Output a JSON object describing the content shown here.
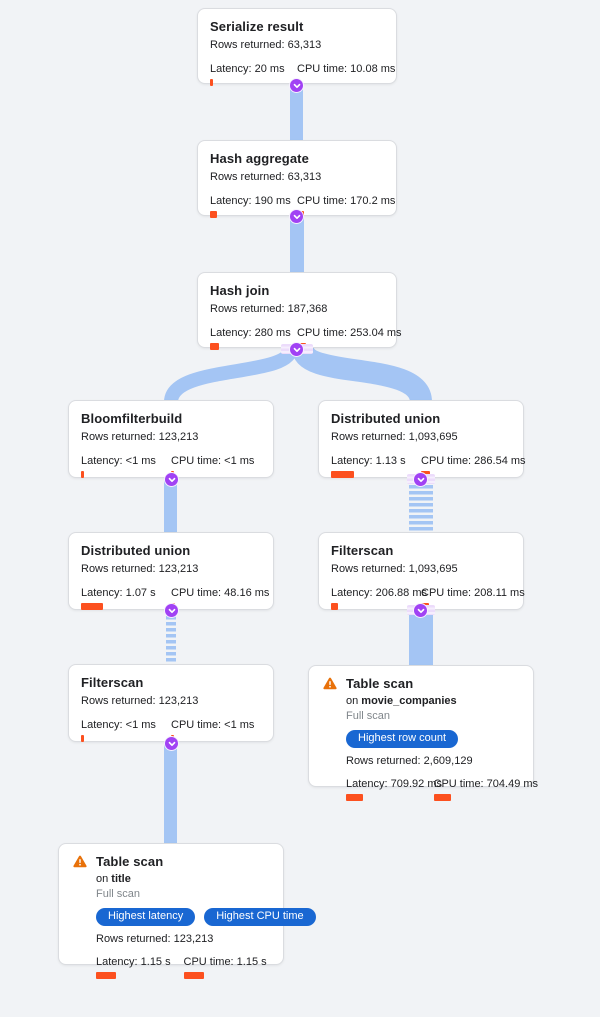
{
  "colors": {
    "background": "#f1f3f6",
    "edge_blue": "#a4c5f4",
    "metric_bar_orange": "#fc501f",
    "badge_blue": "#1967d2",
    "expander_purple": "#a142f4",
    "warning_orange": "#e8710a",
    "muted_text": "#80868b"
  },
  "icons": {
    "expander": "chevron-down-icon",
    "warning": "warning-triangle-icon"
  },
  "nodes": {
    "serialize": {
      "title": "Serialize result",
      "rows": "Rows returned: 63,313",
      "latency": "Latency: 20 ms",
      "cpu": "CPU time: 10.08 ms",
      "latency_bar": 3,
      "cpu_bar": 3
    },
    "hash_aggregate": {
      "title": "Hash aggregate",
      "rows": "Rows returned: 63,313",
      "latency": "Latency: 190 ms",
      "cpu": "CPU time: 170.2 ms",
      "latency_bar": 7,
      "cpu_bar": 7
    },
    "hash_join": {
      "title": "Hash join",
      "rows": "Rows returned: 187,368",
      "latency": "Latency: 280 ms",
      "cpu": "CPU time: 253.04 ms",
      "latency_bar": 9,
      "cpu_bar": 9
    },
    "bloomfilterbuild": {
      "title": "Bloomfilterbuild",
      "rows": "Rows returned: 123,213",
      "latency": "Latency: <1 ms",
      "cpu": "CPU time: <1 ms",
      "latency_bar": 2.5,
      "cpu_bar": 2.5
    },
    "distributed_union_right": {
      "title": "Distributed union",
      "rows": "Rows returned: 1,093,695",
      "latency": "Latency: 1.13 s",
      "cpu": "CPU time: 286.54 ms",
      "latency_bar": 23,
      "cpu_bar": 9
    },
    "distributed_union_left": {
      "title": "Distributed union",
      "rows": "Rows returned: 123,213",
      "latency": "Latency: 1.07 s",
      "cpu": "CPU time: 48.16 ms",
      "latency_bar": 22,
      "cpu_bar": 3.5
    },
    "filterscan_right": {
      "title": "Filterscan",
      "rows": "Rows returned: 1,093,695",
      "latency": "Latency: 206.88 ms",
      "cpu": "CPU time: 208.11 ms",
      "latency_bar": 7,
      "cpu_bar": 8
    },
    "filterscan_left": {
      "title": "Filterscan",
      "rows": "Rows returned: 123,213",
      "latency": "Latency: <1 ms",
      "cpu": "CPU time: <1 ms",
      "latency_bar": 2.5,
      "cpu_bar": 2.5
    },
    "table_scan_right": {
      "title": "Table scan",
      "on_prefix": "on ",
      "table": "movie_companies",
      "scan_type": "Full scan",
      "badges": [
        "Highest row count"
      ],
      "rows": "Rows returned: 2,609,129",
      "latency": "Latency: 709.92 ms",
      "cpu": "CPU time: 704.49 ms",
      "latency_bar": 17,
      "cpu_bar": 17
    },
    "table_scan_left": {
      "title": "Table scan",
      "on_prefix": "on ",
      "table": "title",
      "scan_type": "Full scan",
      "badges": [
        "Highest latency",
        "Highest CPU time"
      ],
      "rows": "Rows returned: 123,213",
      "latency": "Latency: 1.15 s",
      "cpu": "CPU time: 1.15 s",
      "latency_bar": 20,
      "cpu_bar": 20
    }
  }
}
